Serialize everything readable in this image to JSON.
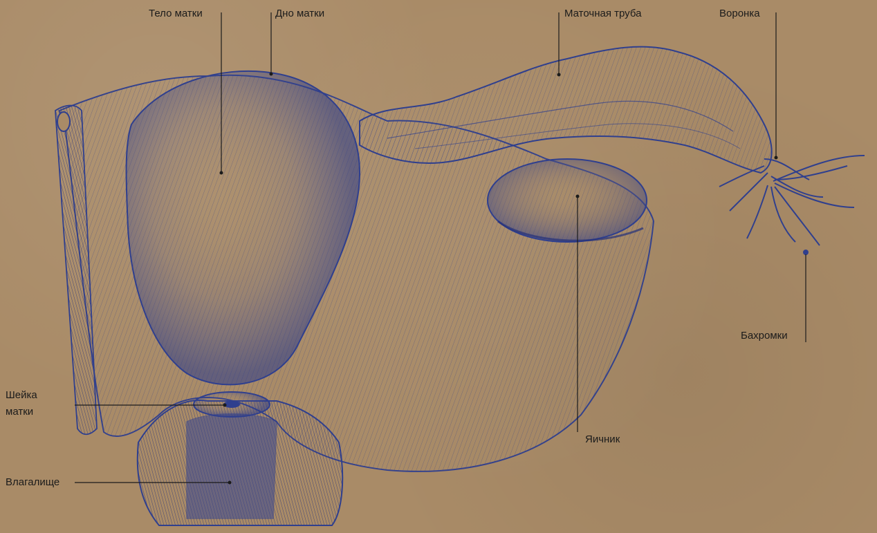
{
  "labels": {
    "uterus_body": "Тело матки",
    "uterus_fundus": "Дно матки",
    "fallopian_tube": "Маточная труба",
    "infundibulum": "Воронка",
    "fimbriae": "Бахромки",
    "cervix_line1": "Шейка",
    "cervix_line2": "матки",
    "ovary": "Яичник",
    "vagina": "Влагалище"
  },
  "colors": {
    "background": "#a98b67",
    "engraving_ink": "#2f3f8e",
    "label_text": "#1b1b1b",
    "leader_line": "#1b1b1b"
  }
}
